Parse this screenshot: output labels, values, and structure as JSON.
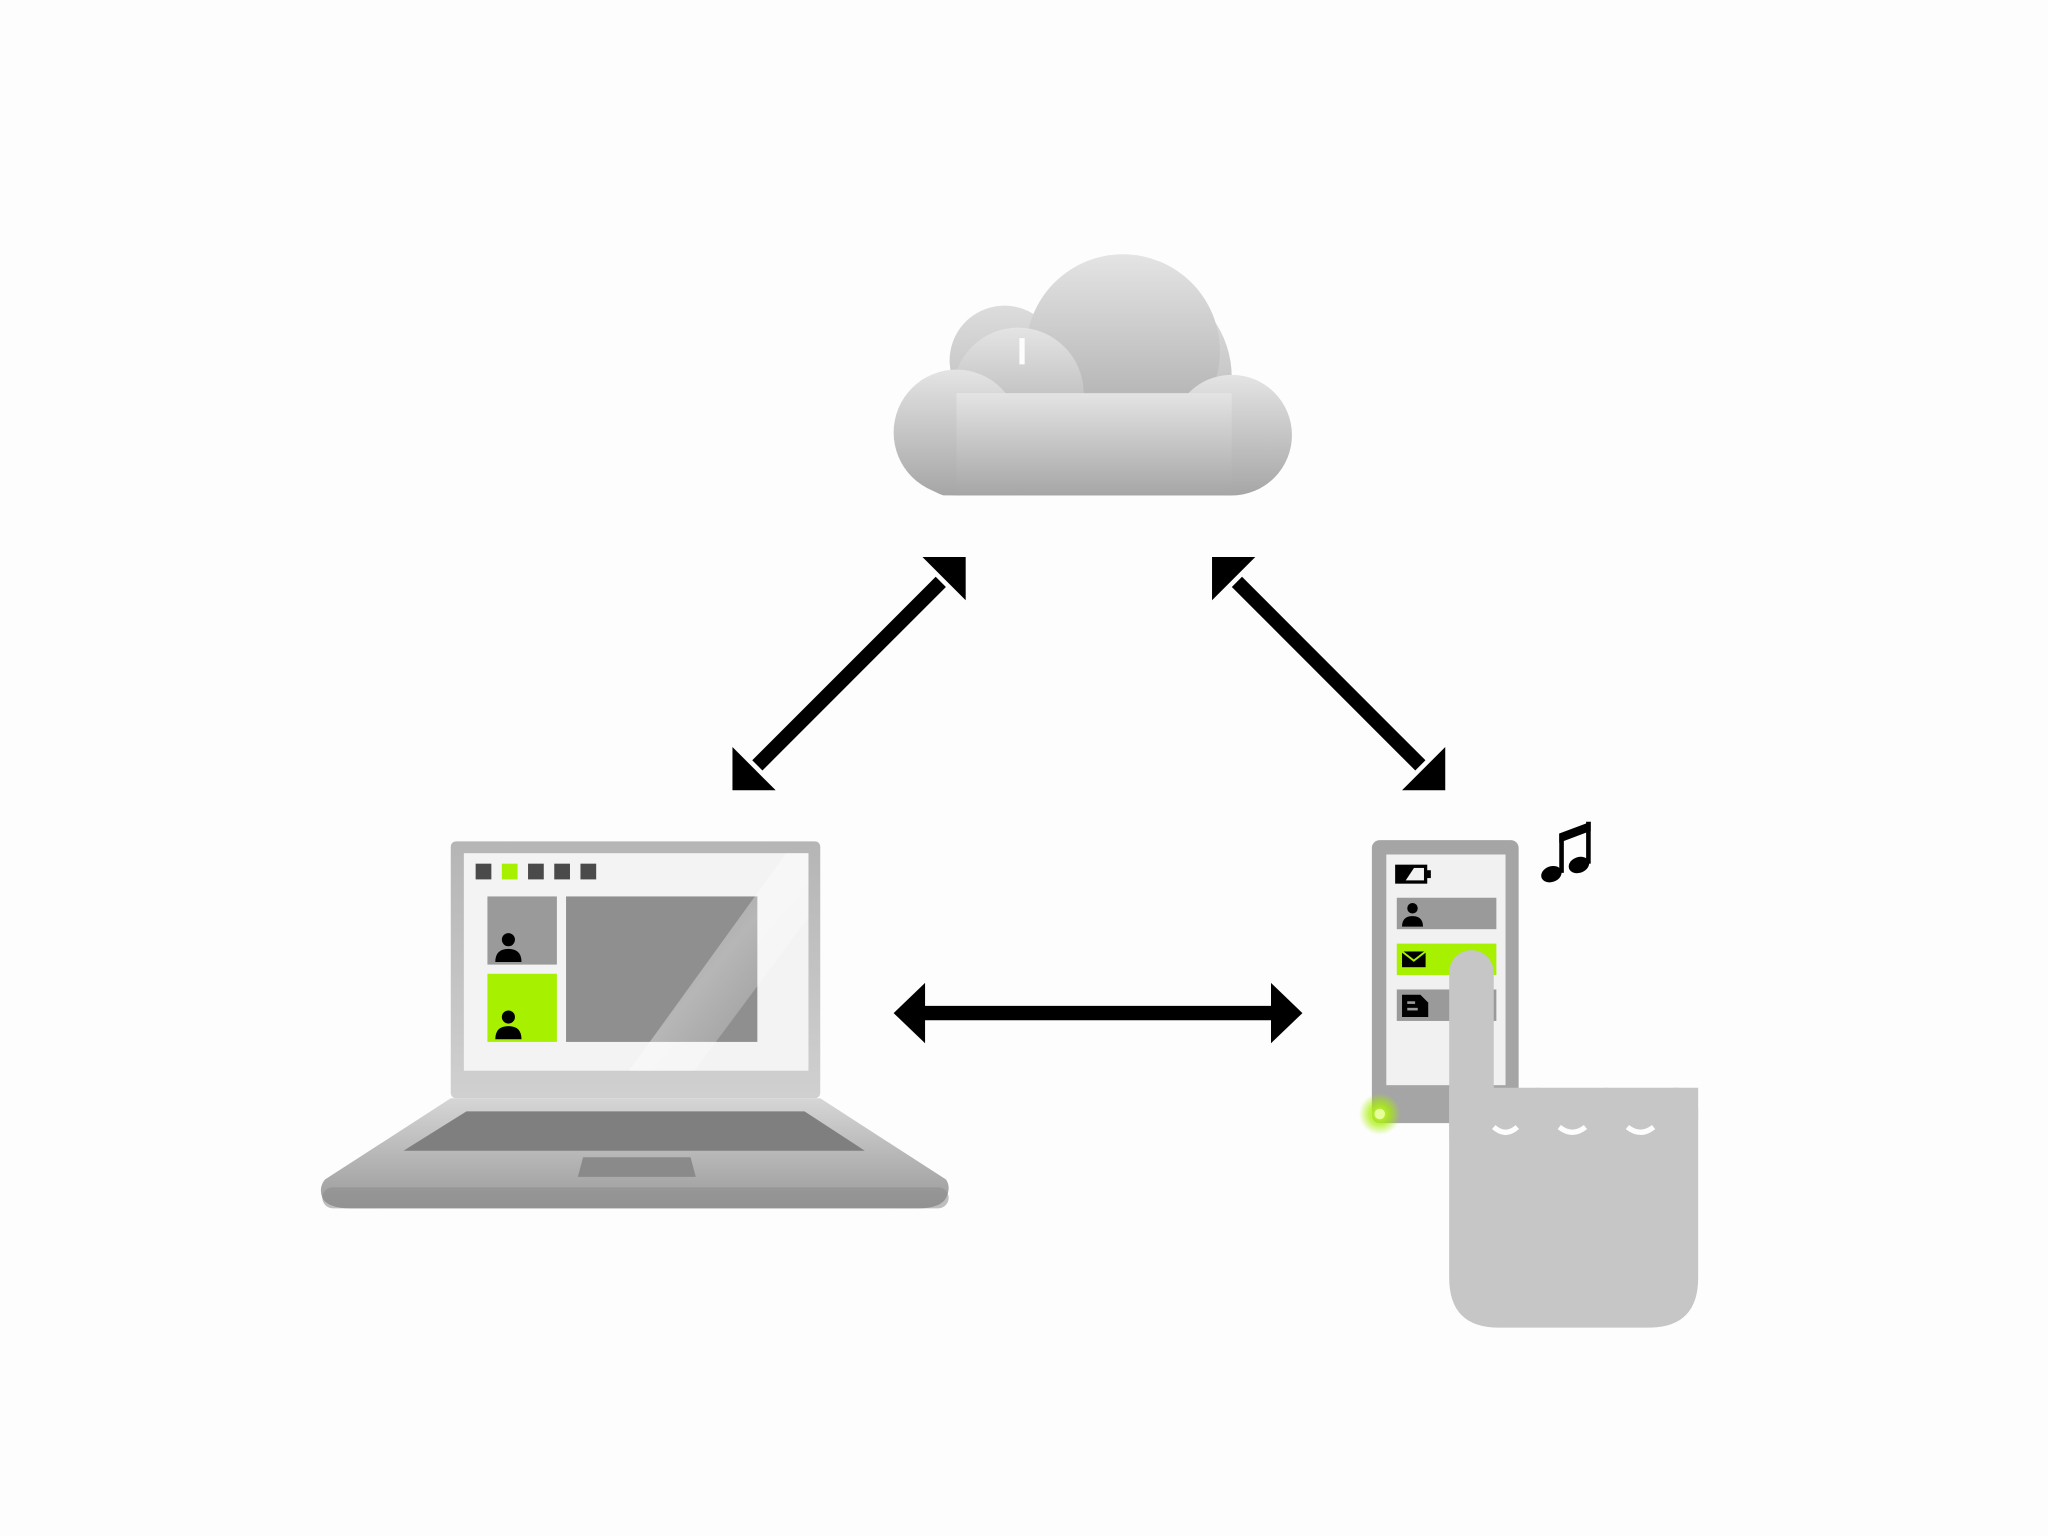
{
  "diagram": {
    "nodes": [
      {
        "id": "cloud",
        "icon": "cloud-icon"
      },
      {
        "id": "laptop",
        "icon": "laptop-icon"
      },
      {
        "id": "phone",
        "icon": "smartphone-icon"
      }
    ],
    "connections": [
      {
        "from": "laptop",
        "to": "cloud",
        "direction": "bidirectional"
      },
      {
        "from": "phone",
        "to": "cloud",
        "direction": "bidirectional"
      },
      {
        "from": "laptop",
        "to": "phone",
        "direction": "bidirectional"
      }
    ],
    "decorations": [
      "music-note-icon",
      "pointing-hand-icon",
      "notification-led"
    ]
  },
  "colors": {
    "background": "#fdfdfd",
    "device_gray": "#a8a8a8",
    "accent_green": "#a6f000",
    "arrow": "#000000"
  }
}
